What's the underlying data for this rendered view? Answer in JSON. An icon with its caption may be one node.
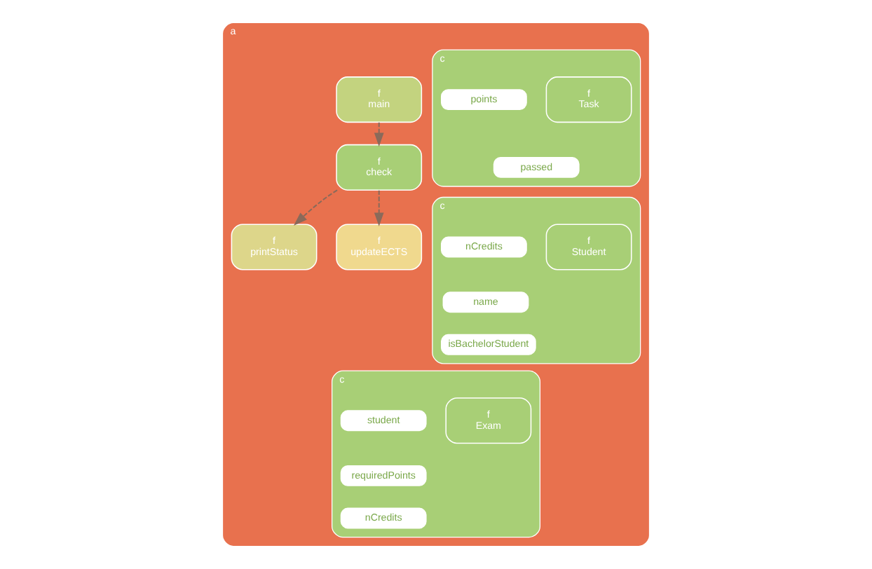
{
  "diagram": {
    "nodes": [
      {
        "text": [
          "a"
        ]
      },
      {
        "text": [
          "c"
        ],
        "in": 0
      },
      {
        "text": [
          "f",
          "Task"
        ],
        "in": 1
      },
      {
        "text": [
          "points"
        ],
        "in": 1
      },
      {
        "text": [
          "passed"
        ],
        "in": 1
      },
      {
        "text": [
          "c"
        ],
        "in": 0
      },
      {
        "text": [
          "f",
          "Student"
        ],
        "in": 5
      },
      {
        "text": [
          "nCredits"
        ],
        "in": 5
      },
      {
        "text": [
          "name"
        ],
        "in": 5
      },
      {
        "text": [
          "isBachelorStudent"
        ],
        "in": 5
      },
      {
        "text": [
          "c"
        ],
        "in": 0
      },
      {
        "text": [
          "f",
          "Exam"
        ],
        "in": 10
      },
      {
        "text": [
          "student"
        ],
        "in": 10
      },
      {
        "text": [
          "requiredPoints"
        ],
        "in": 10
      },
      {
        "text": [
          "nCredits"
        ],
        "in": 10
      },
      {
        "text": [
          "f",
          "main"
        ],
        "in": 0
      },
      {
        "text": [
          "f",
          "check"
        ],
        "in": 0
      },
      {
        "text": [
          "f",
          "printStatus"
        ],
        "in": 0
      },
      {
        "text": [
          "f",
          "updateECTS"
        ],
        "in": 0
      }
    ],
    "edges": [
      {
        "from": 15,
        "to": 16,
        "arrow": "to",
        "style": "dashed"
      },
      {
        "from": 16,
        "to": 17,
        "arrow": "to",
        "style": "dashed"
      },
      {
        "from": 16,
        "to": 18,
        "arrow": "to",
        "style": "dashed"
      }
    ]
  }
}
